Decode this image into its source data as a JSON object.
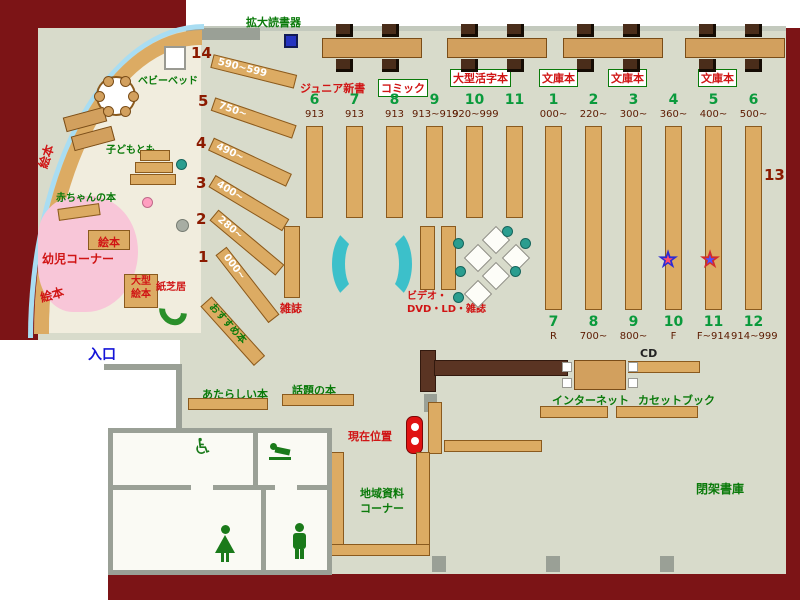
{
  "header": {
    "magnifier": "拡大読書器"
  },
  "sections": {
    "junior": "ジュニア新書",
    "comic": "コミック",
    "large_print": "大型活字本",
    "bunko1": "文庫本",
    "bunko2": "文庫本",
    "bunko3": "文庫本"
  },
  "left_stacks": [
    {
      "no": "6",
      "range": "913"
    },
    {
      "no": "7",
      "range": "913"
    },
    {
      "no": "8",
      "range": "913"
    },
    {
      "no": "9",
      "range": "913~919"
    },
    {
      "no": "10",
      "range": "920~999"
    },
    {
      "no": "11",
      "range": ""
    }
  ],
  "right_stacks": [
    {
      "no": "1",
      "range": "000~",
      "no_b": "7",
      "range_b": "R"
    },
    {
      "no": "2",
      "range": "220~",
      "no_b": "8",
      "range_b": "700~"
    },
    {
      "no": "3",
      "range": "300~",
      "no_b": "9",
      "range_b": "800~"
    },
    {
      "no": "4",
      "range": "360~",
      "no_b": "10",
      "range_b": "F"
    },
    {
      "no": "5",
      "range": "400~",
      "no_b": "11",
      "range_b": "F~914"
    },
    {
      "no": "6",
      "range": "500~",
      "no_b": "12",
      "range_b": "914~999"
    }
  ],
  "wall_shelf": {
    "no13": "13"
  },
  "fan_shelves": [
    {
      "no": "14",
      "range": "590~599"
    },
    {
      "no": "5",
      "range": "750~"
    },
    {
      "no": "4",
      "range": "490~"
    },
    {
      "no": "3",
      "range": "400~"
    },
    {
      "no": "2",
      "range": "280~"
    },
    {
      "no": "1",
      "range": "000~"
    }
  ],
  "kids": {
    "baby_bed": "ベビーベッド",
    "kodomo_tomo": "子どもとも",
    "ehon": "絵本",
    "baby_books": "赤ちゃんの本",
    "toddler_corner": "幼児コーナー",
    "large_ehon": "大型\n絵本",
    "kamishibai": "紙芝居",
    "recommended": "おすすめ本"
  },
  "entrance": "入口",
  "center_area": {
    "magazines": "雑誌",
    "av": "ビデオ・\nDVD・LD・雑誌"
  },
  "services": {
    "cd": "CD",
    "internet": "インターネット",
    "cassette": "カセットブック",
    "new_books": "あたらしい本",
    "topic_books": "話題の本",
    "you_are_here": "現在位置",
    "local_docs": "地域資料\nコーナー",
    "closed_stacks": "閉架書庫"
  },
  "icons": {
    "star": "★",
    "wheelchair": "♿"
  },
  "colors": {
    "wall_maroon": "#7c1416",
    "floor": "#d8dbcb",
    "shelf_tan": "#dcab63",
    "seat_cyan": "#3cc0ca",
    "star1_outer": "#2b2bd5",
    "star1_inner": "#ff4d6d",
    "star2_outer": "#d52b2b",
    "star2_inner": "#5050ff"
  }
}
